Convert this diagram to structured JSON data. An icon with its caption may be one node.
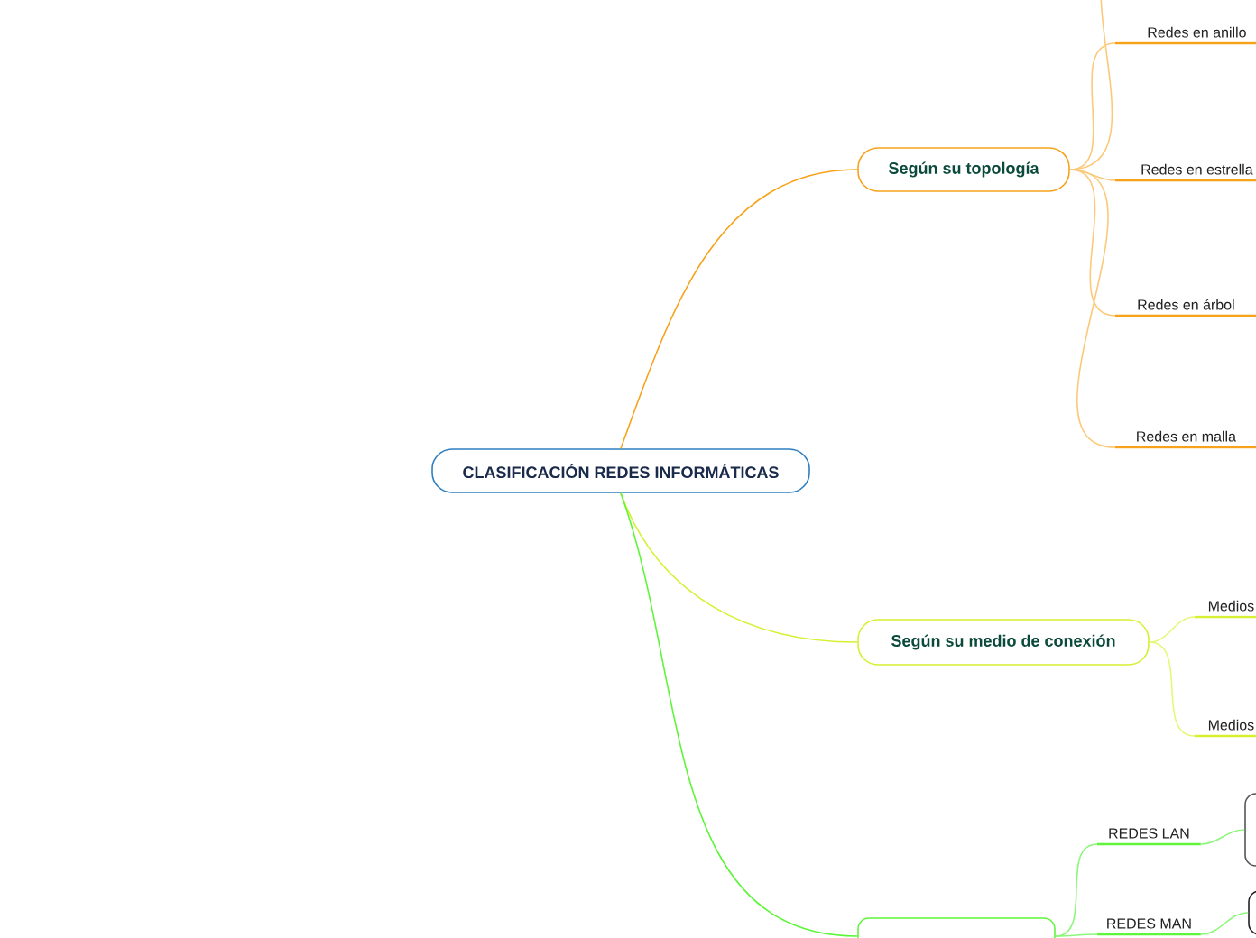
{
  "diagram": {
    "nodes": [
      {
        "text": [
          "CLASIFICACIÓN REDES INFORMÁTICAS"
        ]
      },
      {
        "text": [
          "Según su topología"
        ]
      },
      {
        "text": [
          "Redes en anillo"
        ]
      },
      {
        "text": [
          "Redes en estrella"
        ]
      },
      {
        "text": [
          "Redes en árbol"
        ]
      },
      {
        "text": [
          "Redes en malla"
        ]
      },
      {
        "text": [
          "Según su medio de conexión"
        ]
      },
      {
        "text": [
          "Medios"
        ]
      },
      {
        "text": [
          "Medios"
        ]
      },
      {
        "text": [],
        "shape": "box"
      },
      {
        "text": [
          "REDES LAN"
        ]
      },
      {
        "text": [
          "REDES MAN"
        ]
      },
      {
        "text": [],
        "shape": "box"
      },
      {
        "text": [],
        "shape": "box"
      }
    ],
    "edges": [
      {
        "from": 0,
        "to": 1,
        "arrow": "none",
        "color": "#f7a21b"
      },
      {
        "from": 0,
        "to": 6,
        "arrow": "none",
        "color": "#d7f032"
      },
      {
        "from": 0,
        "to": 9,
        "arrow": "none",
        "color": "#5ef53a"
      },
      {
        "from": 1,
        "to": null,
        "arrow": "none",
        "color": "#fcc97a"
      },
      {
        "from": 1,
        "to": 2,
        "arrow": "none",
        "color": "#fcc97a"
      },
      {
        "from": 1,
        "to": 3,
        "arrow": "none",
        "color": "#fcc97a"
      },
      {
        "from": 1,
        "to": 4,
        "arrow": "none",
        "color": "#fcc97a"
      },
      {
        "from": 1,
        "to": 5,
        "arrow": "none",
        "color": "#fcc97a"
      },
      {
        "from": 6,
        "to": 7,
        "arrow": "none",
        "color": "#e6f77a"
      },
      {
        "from": 6,
        "to": 8,
        "arrow": "none",
        "color": "#e6f77a"
      },
      {
        "from": 9,
        "to": 10,
        "arrow": "none",
        "color": "#8cf77a"
      },
      {
        "from": 9,
        "to": 11,
        "arrow": "none",
        "color": "#8cf77a"
      },
      {
        "from": 10,
        "to": 12,
        "arrow": "none",
        "color": "#8cf77a"
      },
      {
        "from": 11,
        "to": 13,
        "arrow": "none",
        "color": "#8cf77a"
      }
    ]
  }
}
